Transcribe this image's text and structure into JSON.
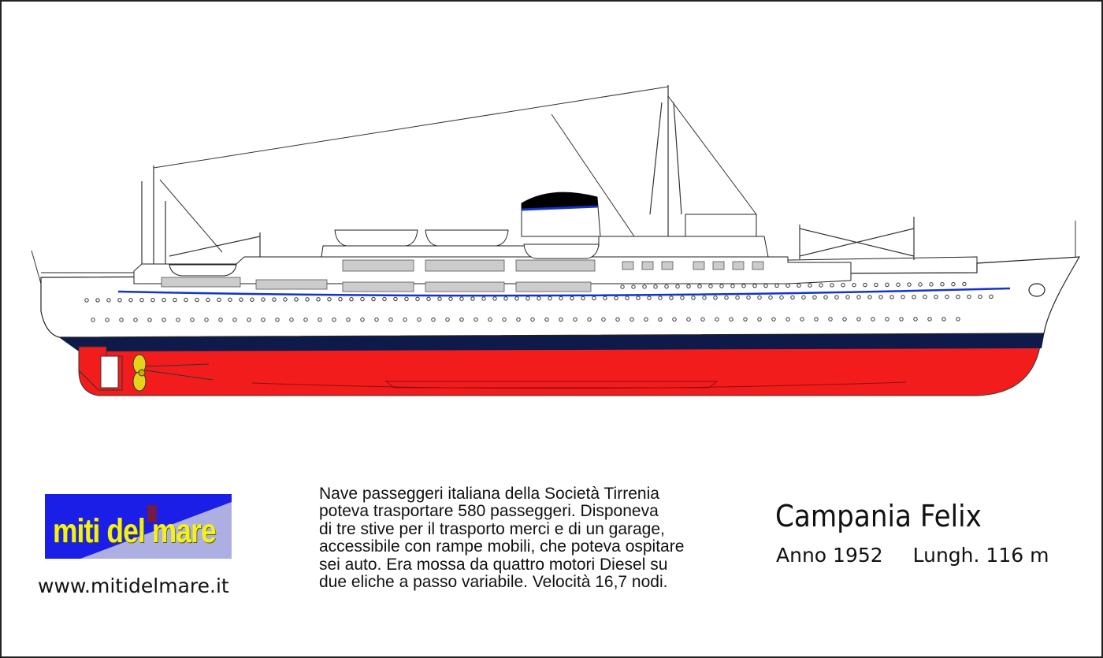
{
  "ship": {
    "name": "Campania Felix",
    "year": "Anno 1952",
    "length": "Lungh. 116 m",
    "description": [
      "Nave passeggeri italiana della Società Tirrenia",
      "poteva trasportare 580 passeggeri. Disponeva",
      "di tre stive per il trasporto merci e di un garage,",
      "accessibile con rampe mobili, che poteva ospitare",
      "sei auto. Era mossa da quattro motori Diesel su",
      "due eliche a passo variabile. Velocità 16,7 nodi."
    ],
    "colors": {
      "hull_bottom": "#f31c1c",
      "boot_topping": "#0d1a4a",
      "hull_upper": "#ffffff",
      "stripe": "#1233cc",
      "funnel_top": "#000000",
      "propeller": "#e6d21a"
    }
  },
  "brand": {
    "logo_text": "miti del mare",
    "url": "www.mitidelmare.it",
    "logo_bg": "#1a1ee6",
    "logo_fg": "#f2f21a"
  }
}
